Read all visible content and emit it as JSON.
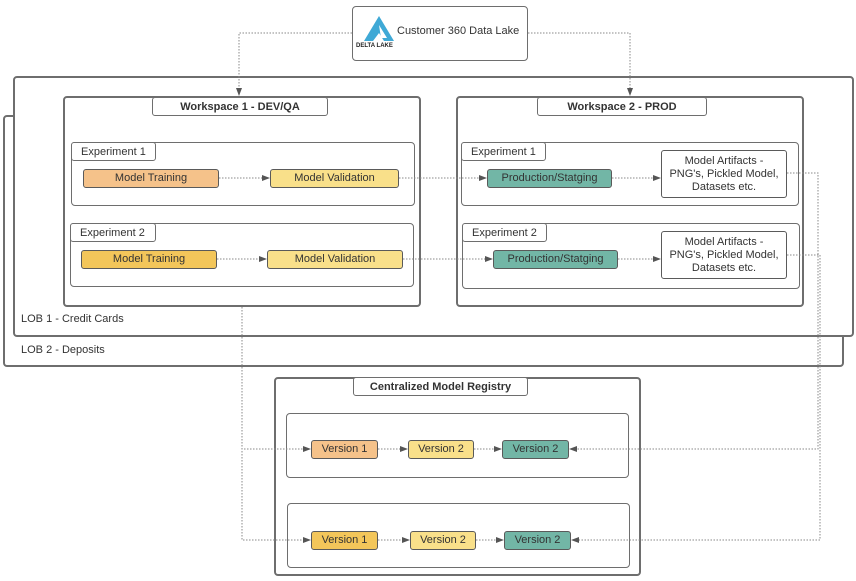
{
  "data_lake": {
    "title": "Customer 360 Data Lake",
    "logo_text": "DELTA LAKE"
  },
  "lob2": {
    "label": "LOB 2 - Deposits"
  },
  "lob1": {
    "label": "LOB 1 - Credit Cards"
  },
  "workspace1": {
    "title": "Workspace 1 - DEV/QA",
    "experiments": [
      {
        "title": "Experiment 1",
        "training": "Model Training",
        "validation": "Model Validation"
      },
      {
        "title": "Experiment 2",
        "training": "Model Training",
        "validation": "Model Validation"
      }
    ]
  },
  "workspace2": {
    "title": "Workspace 2 - PROD",
    "experiments": [
      {
        "title": "Experiment 1",
        "stage": "Production/Statging",
        "artifacts": "Model Artifacts - PNG's, Pickled Model, Datasets etc."
      },
      {
        "title": "Experiment 2",
        "stage": "Production/Statging",
        "artifacts": "Model Artifacts - PNG's, Pickled Model, Datasets etc."
      }
    ]
  },
  "registry": {
    "title": "Centralized Model Registry",
    "rows": [
      {
        "versions": [
          "Version 1",
          "Version 2",
          "Version 2"
        ]
      },
      {
        "versions": [
          "Version 1",
          "Version 2",
          "Version 2"
        ]
      }
    ]
  },
  "colors": {
    "training_1": "#f5c28a",
    "training_2": "#f3c65a",
    "validation": "#f9e08a",
    "production": "#72b6a6",
    "delta_logo": "#3fa9d6"
  }
}
